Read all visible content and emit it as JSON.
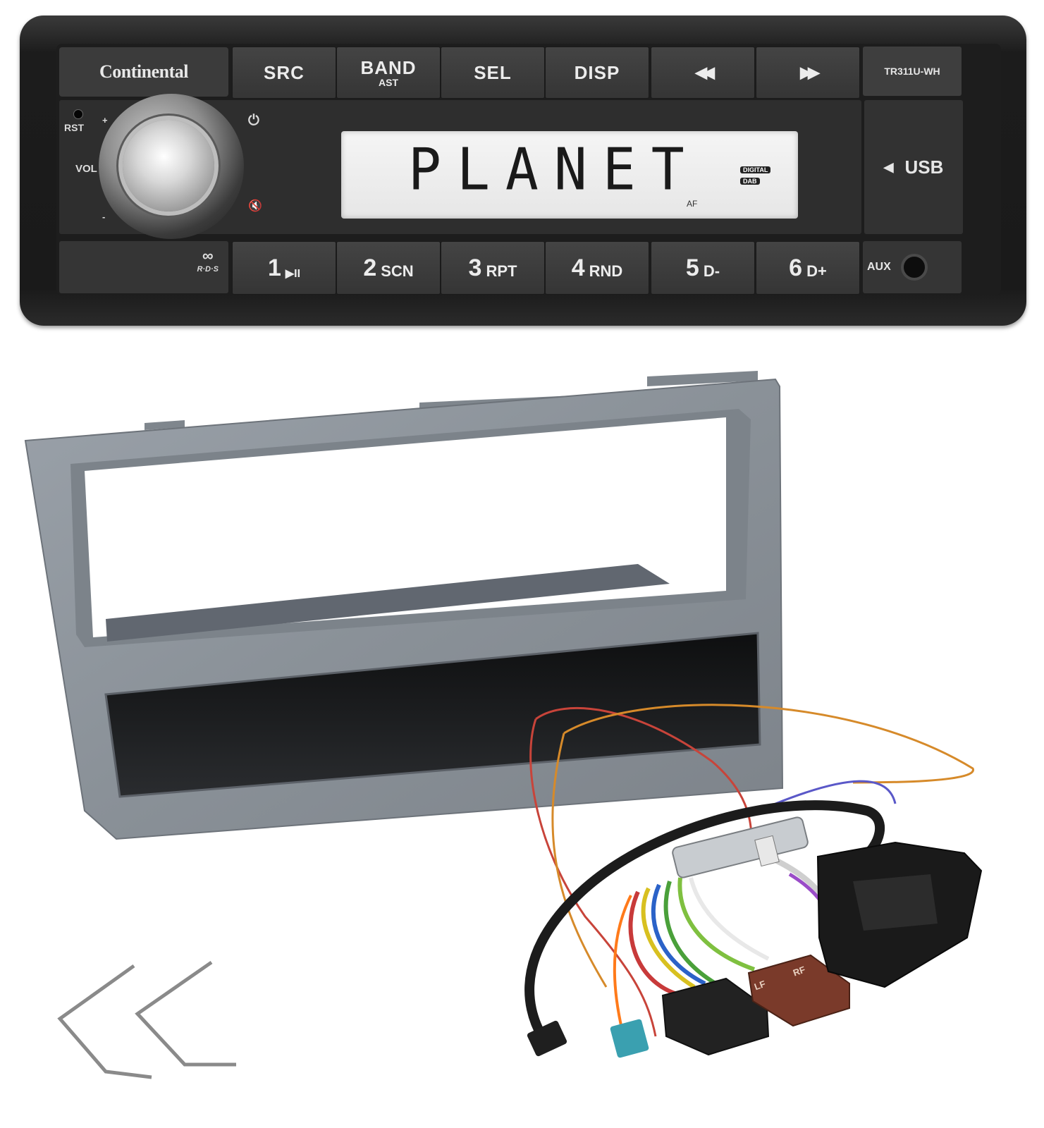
{
  "radio": {
    "brand": "Continental",
    "model": "TR311U-WH",
    "top_keys": [
      {
        "main": "SRC",
        "sub": ""
      },
      {
        "main": "BAND",
        "sub": "AST"
      },
      {
        "main": "SEL",
        "sub": ""
      },
      {
        "main": "DISP",
        "sub": ""
      },
      {
        "main": "◀◀",
        "sub": ""
      },
      {
        "main": "▶▶",
        "sub": ""
      }
    ],
    "preset_keys": [
      {
        "num": "1",
        "fn": "▶II"
      },
      {
        "num": "2",
        "fn": "SCN"
      },
      {
        "num": "3",
        "fn": "RPT"
      },
      {
        "num": "4",
        "fn": "RND"
      },
      {
        "num": "5",
        "fn": "D-"
      },
      {
        "num": "6",
        "fn": "D+"
      }
    ],
    "display_text": "PLANET",
    "display_af": "AF",
    "display_digital": "DIGITAL",
    "display_dab": "DAB",
    "usb_label": "USB",
    "usb_arrow": "◀",
    "aux_label": "AUX",
    "rst_label": "RST",
    "vol_label": "VOL",
    "vol_plus": "+",
    "vol_minus": "-",
    "power_icon": "⏻",
    "mute_icon": "🔇",
    "rds_label": "R·D·S",
    "rds_logo": "∞"
  },
  "colors": {
    "radio_body": "#1d1d1d",
    "fascia": "#8f969e",
    "fascia_dark": "#2a2c2f",
    "harness_black": "#1c1c1c",
    "iso_brown": "#7a3a2a"
  },
  "harness": {
    "iso_label_1": "LF",
    "iso_label_2": "RF"
  }
}
